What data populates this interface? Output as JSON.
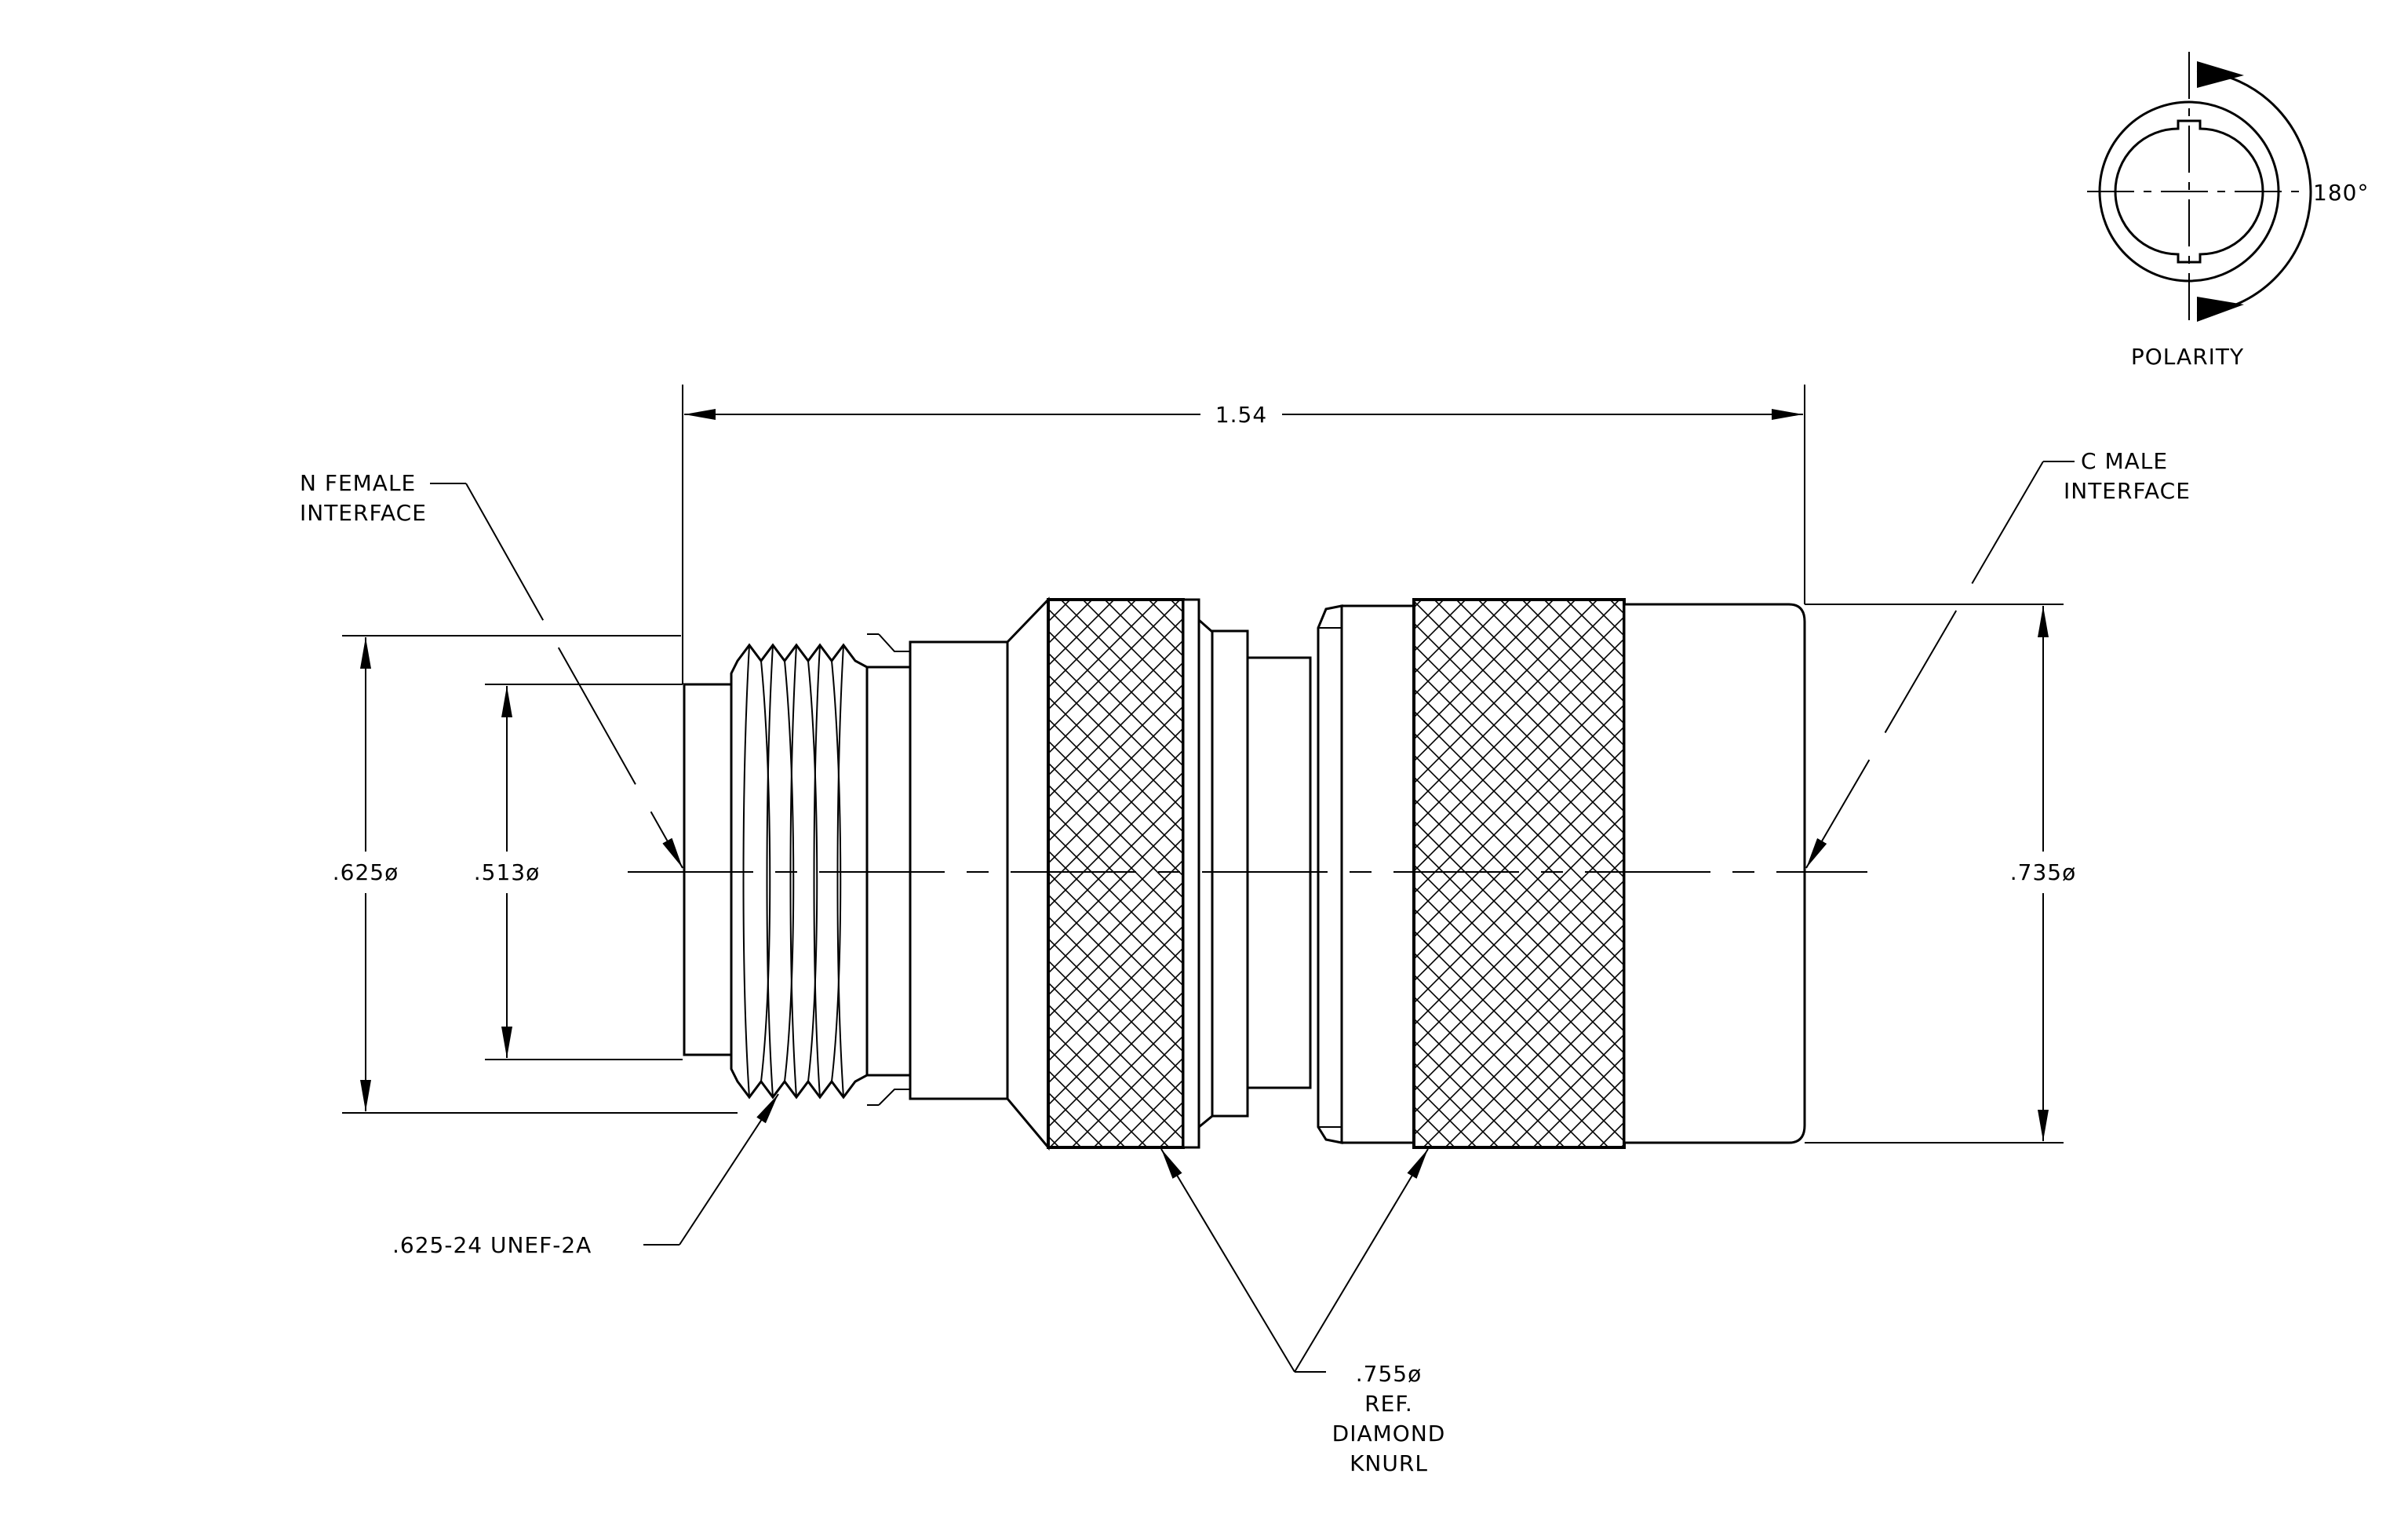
{
  "drawing": {
    "labels": {
      "overall_length": "1.54",
      "n_female_line1": "N FEMALE",
      "n_female_line2": "INTERFACE",
      "c_male_line1": "C MALE",
      "c_male_line2": "INTERFACE",
      "dia_625": ".625ø",
      "dia_513": ".513ø",
      "dia_735": ".735ø",
      "thread": ".625-24 UNEF-2A",
      "knurl_line1": ".755ø",
      "knurl_line2": "REF.",
      "knurl_line3": "DIAMOND",
      "knurl_line4": "KNURL",
      "polarity": "POLARITY",
      "angle": "180°"
    }
  }
}
